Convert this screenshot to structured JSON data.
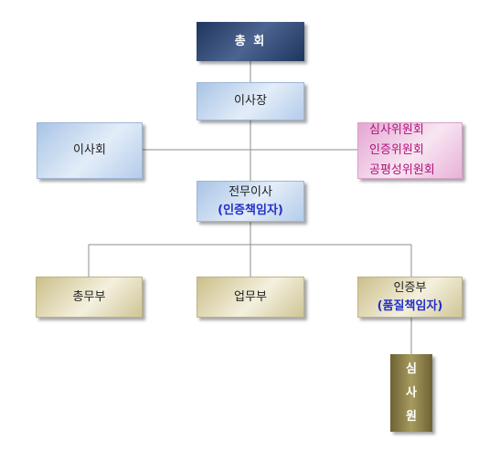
{
  "org_chart": {
    "general_assembly": "총 회",
    "chairman": "이사장",
    "board": "이사회",
    "committees": [
      "심사위원회",
      "인증위원회",
      "공평성위원회"
    ],
    "managing_director": {
      "title": "전무이사",
      "role": "(인증책임자)"
    },
    "general_affairs": "총무부",
    "operations": "업무부",
    "certification_dept": {
      "title": "인증부",
      "role": "(품질책임자)"
    },
    "auditor": [
      "심",
      "사",
      "원"
    ]
  }
}
